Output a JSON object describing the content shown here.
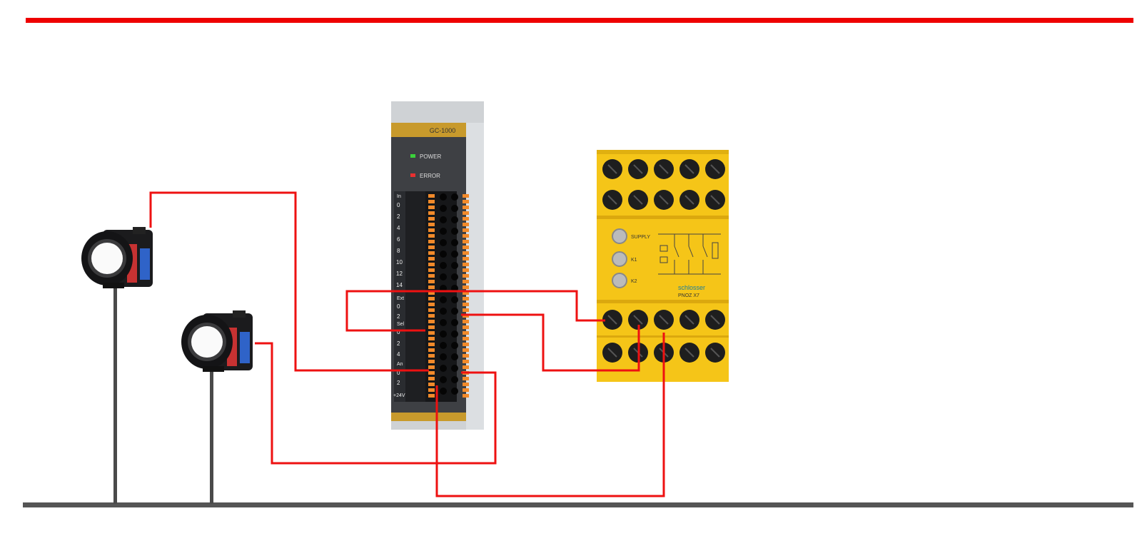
{
  "diagram": {
    "plc_model": "GC-1000",
    "power_label": "POWER",
    "error_label": "ERROR",
    "plc_group_labels": [
      "In",
      "Ext",
      "Sel",
      "An"
    ],
    "plc_channel_labels_top": [
      "0",
      "2",
      "4",
      "6",
      "8",
      "10",
      "12",
      "14"
    ],
    "plc_channel_labels_bottom": [
      "0",
      "2",
      "0",
      "2",
      "4",
      "0",
      "2"
    ],
    "plc_supply_label": "+24V",
    "relay_status_labels": [
      "SUPPLY",
      "K1",
      "K2"
    ],
    "relay_brand": "schlosser",
    "relay_model": "PNOZ X7"
  },
  "colors": {
    "accent_bar": "#ee0000",
    "wire": "#ee1111",
    "base_rail": "#555555",
    "relay_yellow": "#f5c518",
    "terminal_orange": "#f28a2a",
    "plc_gold": "#c89a2c",
    "led_power": "#3bd13b",
    "led_error": "#e83030"
  },
  "icons": [
    "push-button-icon",
    "plc-module-icon",
    "safety-relay-icon",
    "screw-terminal-icon"
  ]
}
